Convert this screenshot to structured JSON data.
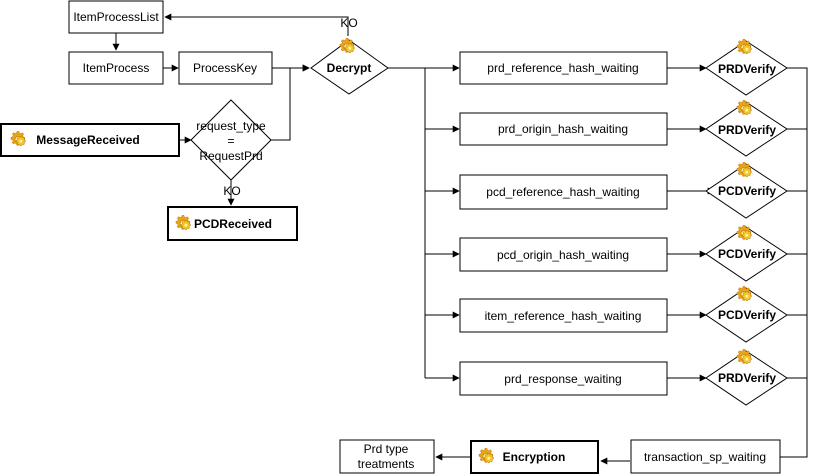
{
  "nodes": {
    "item_process_list": "ItemProcessList",
    "item_process": "ItemProcess",
    "process_key": "ProcessKey",
    "decrypt": "Decrypt",
    "message_received": "MessageReceived",
    "request_type": [
      "request_type",
      "=",
      "RequestPrd"
    ],
    "pcd_received": "PCDReceived",
    "prd_reference_hash_waiting": "prd_reference_hash_waiting",
    "prd_origin_hash_waiting": "prd_origin_hash_waiting",
    "pcd_reference_hash_waiting": "pcd_reference_hash_waiting",
    "pcd_origin_hash_waiting": "pcd_origin_hash_waiting",
    "item_reference_hash_waiting": "item_reference_hash_waiting",
    "prd_response_waiting": "prd_response_waiting",
    "verify_1": "PRDVerify",
    "verify_2": "PRDVerify",
    "verify_3": "PCDVerify",
    "verify_4": "PCDVerify",
    "verify_5": "PCDVerify",
    "verify_6": "PRDVerify",
    "transaction_sp_waiting": "transaction_sp_waiting",
    "encryption": "Encryption",
    "prd_type_treatments": [
      "Prd type",
      "treatments"
    ]
  },
  "edge_labels": {
    "decrypt_ko": "KO",
    "request_type_ko": "KO"
  },
  "icons": {
    "gear": "gear-icon"
  },
  "colors": {
    "gear_outer": "#e8a317",
    "gear_inner": "#fff4a0"
  }
}
